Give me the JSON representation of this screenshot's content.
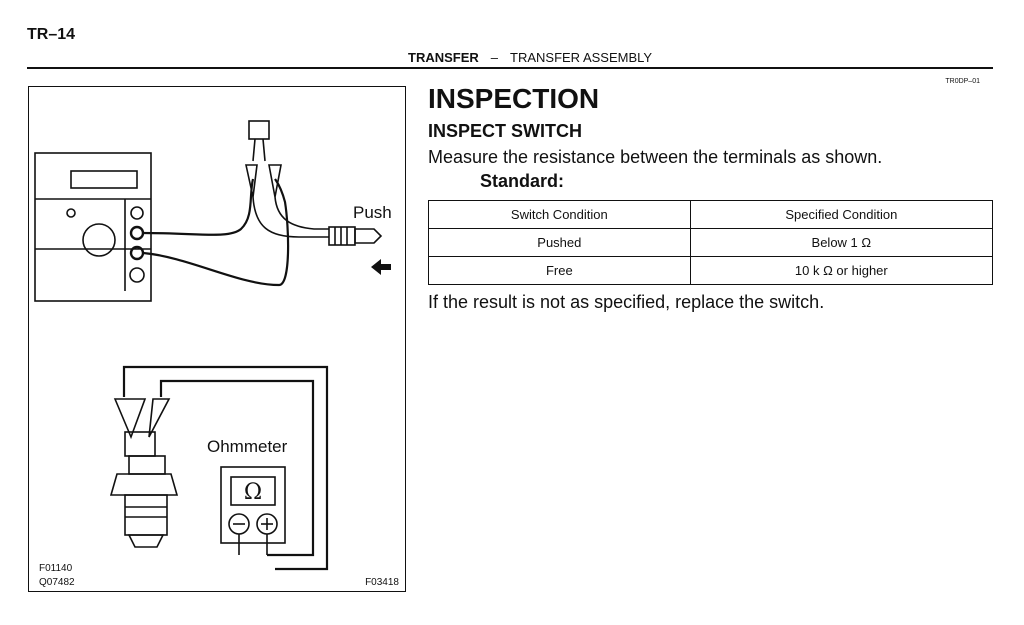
{
  "header": {
    "page_code": "TR–14",
    "section": "TRANSFER",
    "separator": "–",
    "subsection": "TRANSFER ASSEMBLY"
  },
  "reference_code": "TR0DP–01",
  "figure": {
    "push_label": "Push",
    "ohmmeter_label": "Ohmmeter",
    "code_1": "F01140",
    "code_2": "Q07482",
    "code_3": "F03418"
  },
  "content": {
    "title": "INSPECTION",
    "subtitle": "INSPECT SWITCH",
    "instruction": "Measure the resistance between the terminals as shown.",
    "standard_label": "Standard:",
    "table": {
      "headers": [
        "Switch  Condition",
        "Specified  Condition"
      ],
      "rows": [
        [
          "Pushed",
          "Below 1 Ω"
        ],
        [
          "Free",
          "10 k Ω or higher"
        ]
      ]
    },
    "note": "If the result is not as specified, replace the switch."
  }
}
